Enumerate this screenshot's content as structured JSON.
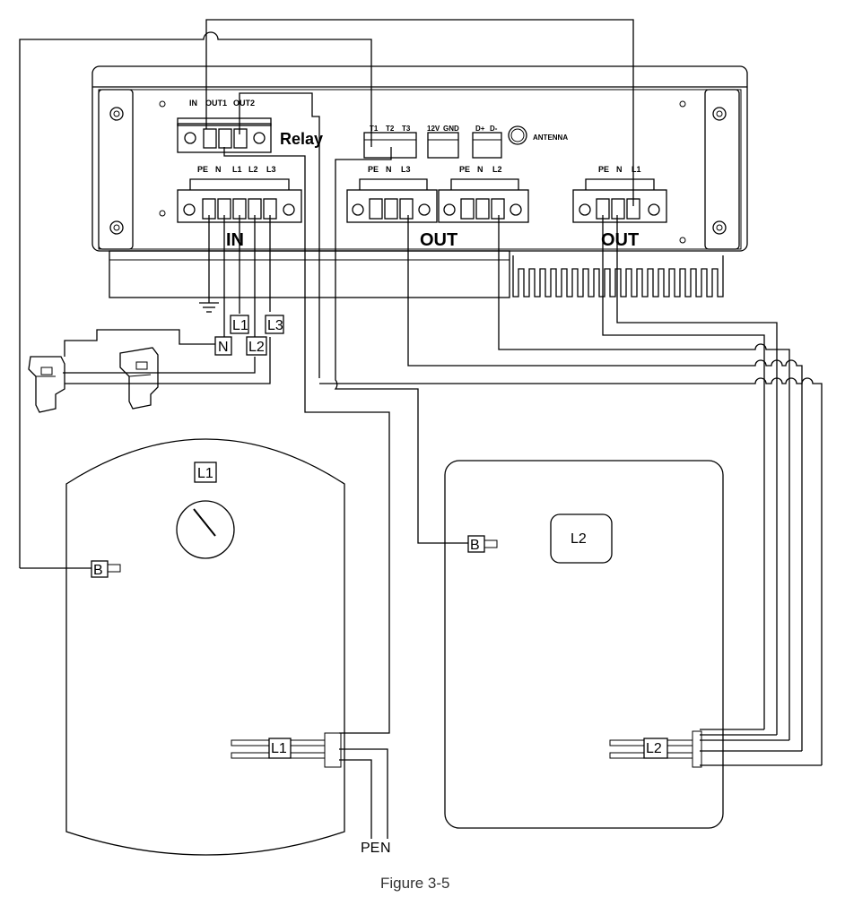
{
  "relay": {
    "label": "Relay",
    "terminals": [
      "IN",
      "OUT1",
      "OUT2"
    ]
  },
  "input_block": {
    "terminals": [
      "PE",
      "N",
      "L1",
      "L2",
      "L3"
    ],
    "label": "IN"
  },
  "sensor_block": {
    "terminals": [
      "T1",
      "T2",
      "T3"
    ]
  },
  "power_block": {
    "terminals": [
      "12V",
      "GND"
    ]
  },
  "data_block": {
    "terminals": [
      "D+",
      "D-"
    ]
  },
  "antenna": {
    "label": "ANTENNA"
  },
  "output_block_1": {
    "terminals": [
      "PE",
      "N",
      "L3"
    ]
  },
  "output_block_2": {
    "terminals": [
      "PE",
      "N",
      "L2"
    ]
  },
  "output_shared_label": "OUT",
  "output_block_3": {
    "terminals": [
      "PE",
      "N",
      "L1"
    ],
    "label": "OUT"
  },
  "supply_tags": {
    "n": "N",
    "l1": "L1",
    "l2": "L2",
    "l3": "L3"
  },
  "tank_left": {
    "label": "L1",
    "sensor": "B",
    "heater": "L1",
    "pe": "PE",
    "n": "N"
  },
  "tank_right": {
    "label": "L2",
    "sensor": "B",
    "heater": "L2"
  },
  "caption": "Figure 3-5"
}
